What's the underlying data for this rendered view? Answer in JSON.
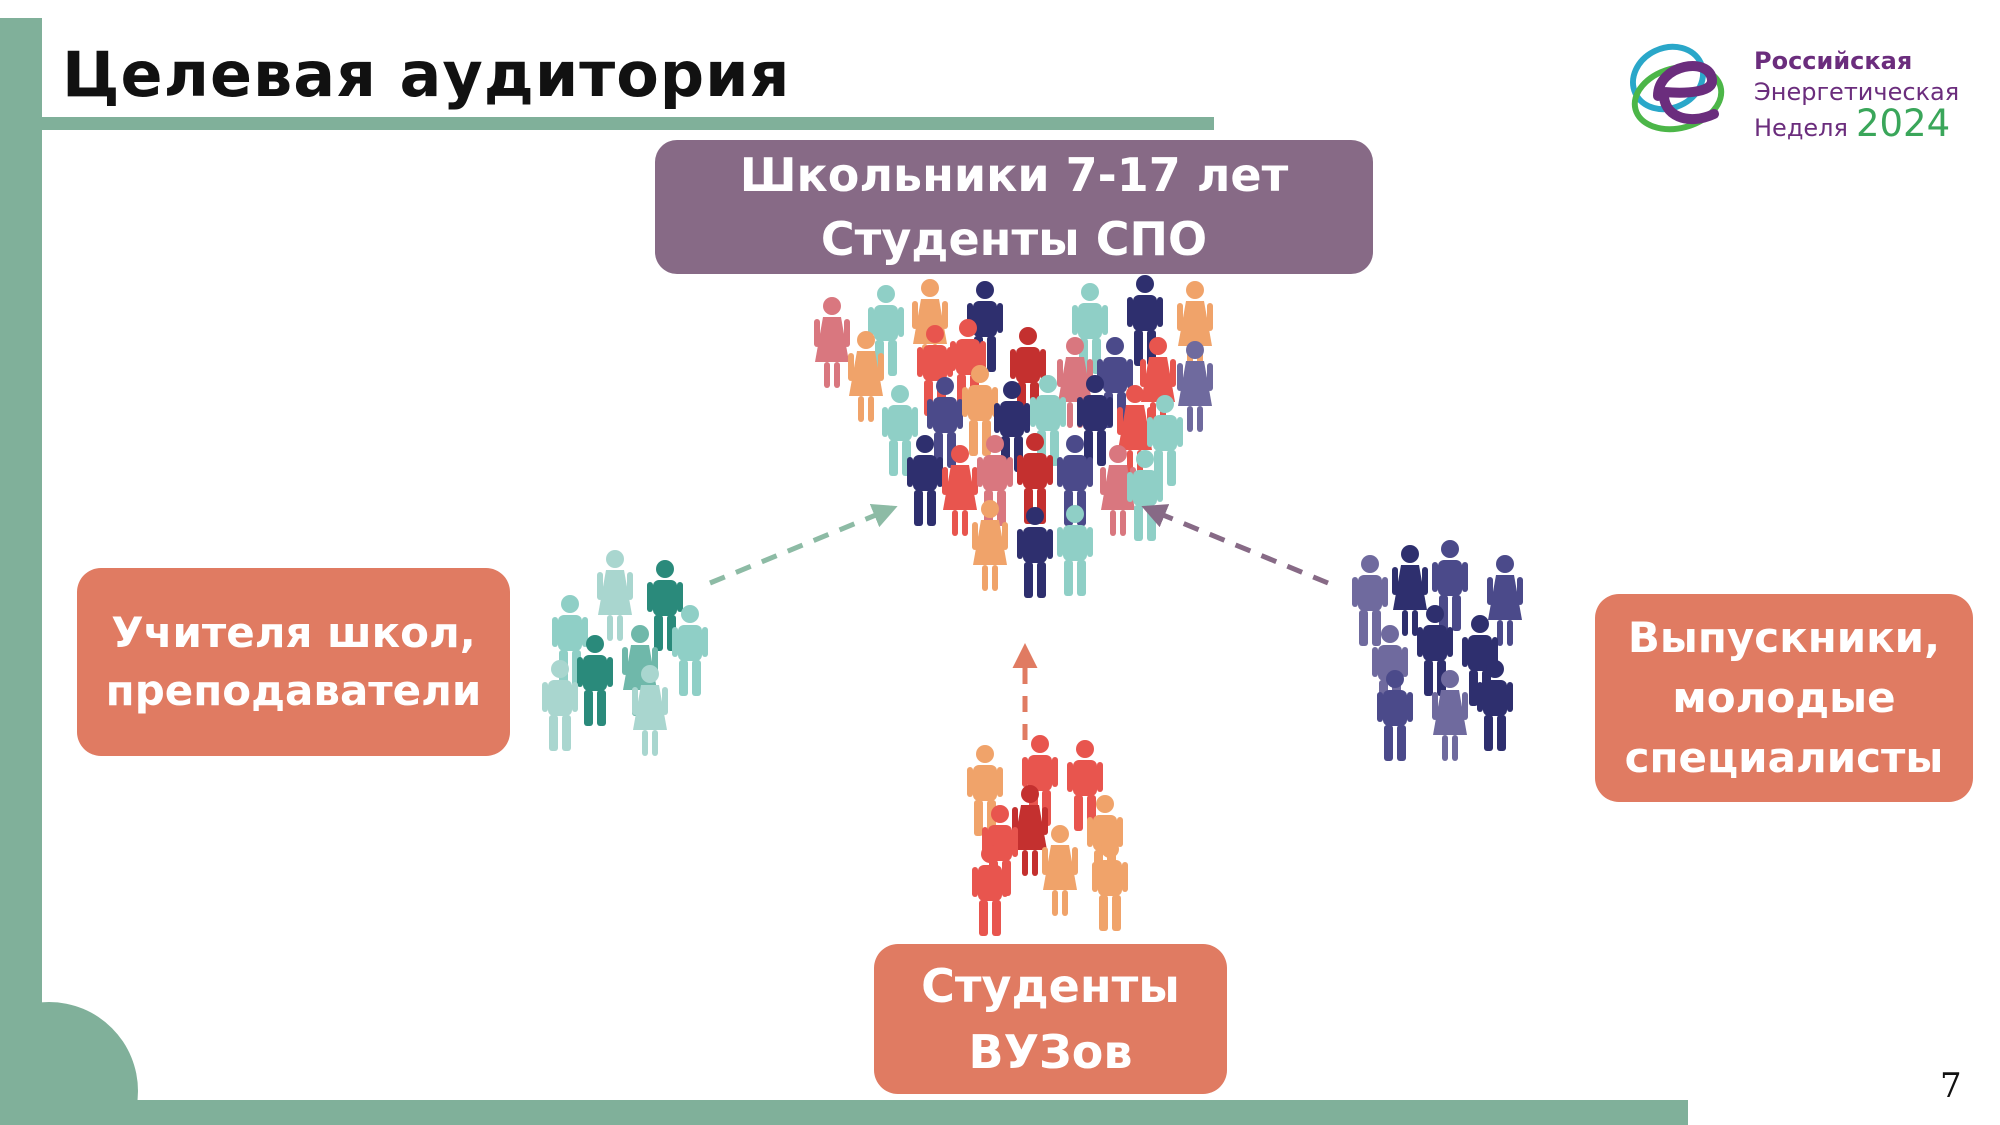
{
  "slide": {
    "title": "Целевая аудитория",
    "page_number": "7"
  },
  "logo": {
    "line1": "Российская",
    "line2": "Энергетическая",
    "line3": "Неделя",
    "year": "2024"
  },
  "audiences": {
    "center": {
      "line1": "Школьники 7-17 лет",
      "line2": "Студенты СПО"
    },
    "left": {
      "line1": "Учителя школ,",
      "line2": "преподаватели"
    },
    "right": {
      "line1": "Выпускники,",
      "line2": "молодые",
      "line3": "специалисты"
    },
    "bottom": {
      "line1": "Студенты",
      "line2": "ВУЗов"
    }
  },
  "colors": {
    "accent_green": "#80b09a",
    "center_box": "#876a86",
    "audience_box": "#e07b62",
    "logo_purple": "#6b2d7d",
    "logo_green": "#3aa65a"
  },
  "icons": {
    "crowd_center": "people-crowd-icon",
    "crowd_left": "people-group-teal-icon",
    "crowd_right": "people-group-navy-icon",
    "crowd_bottom": "people-group-coral-icon",
    "arrows": "dashed-arrow-icon"
  }
}
